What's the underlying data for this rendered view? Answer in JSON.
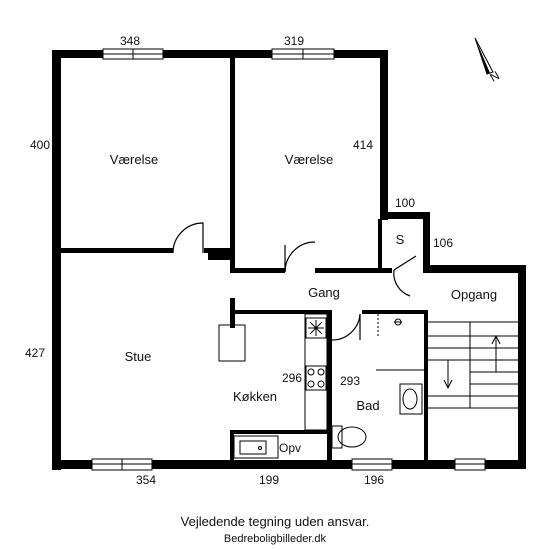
{
  "rooms": {
    "vaerelse_left": "Værelse",
    "vaerelse_right": "Værelse",
    "stue": "Stue",
    "gang": "Gang",
    "kokken": "Køkken",
    "bad": "Bad",
    "opgang": "Opgang",
    "skab": "S",
    "opv": "Opv"
  },
  "dimensions": {
    "top_left": "348",
    "top_middle": "319",
    "left_upper": "400",
    "right_upper": "414",
    "closet_top": "100",
    "closet_right": "106",
    "left_lower": "427",
    "kitchen": "296",
    "bath": "293",
    "bottom_left": "354",
    "bottom_middle": "199",
    "bottom_right": "196"
  },
  "compass": {
    "north_label": "N"
  },
  "footer": {
    "disclaimer": "Vejledende tegning uden ansvar.",
    "website": "Bedreboligbilleder.dk"
  }
}
